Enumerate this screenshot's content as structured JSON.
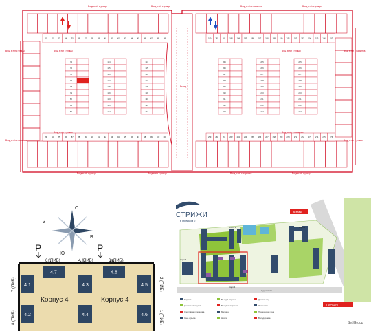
{
  "plan": {
    "colors": {
      "wall": "#d0021b",
      "bg": "#ffffff",
      "stall_fill": "#ffffff",
      "occupied": "#e0221f",
      "arrow_red": "#e0221f",
      "arrow_blue": "#1e4fc2"
    },
    "entrance_label": "Вход в п/п с улицы",
    "entrance_label_alt": "Вход в п/п с паркинга",
    "ramp_label": "Въезд",
    "stall_numbers_left_top": [
      "31",
      "32",
      "33",
      "34",
      "35",
      "36",
      "37",
      "38",
      "39",
      "40",
      "41",
      "42",
      "43",
      "44",
      "45",
      "46",
      "47",
      "48",
      "49"
    ],
    "stall_numbers_left_bottom": [
      "83",
      "84",
      "85",
      "86",
      "87",
      "88",
      "89",
      "90",
      "91",
      "92",
      "93",
      "94",
      "95",
      "96",
      "97",
      "98",
      "99",
      "100",
      "101"
    ],
    "stall_numbers_right_top": [
      "180",
      "181",
      "182",
      "183",
      "184",
      "185",
      "186",
      "187",
      "188",
      "189",
      "190",
      "191",
      "192",
      "193",
      "194",
      "195",
      "196",
      "197"
    ],
    "stall_numbers_right_bottom": [
      "259",
      "260",
      "261",
      "262",
      "263",
      "264",
      "265",
      "266",
      "267",
      "268",
      "269",
      "270",
      "271",
      "272",
      "273",
      "274",
      "275",
      "276"
    ],
    "block_col_left": [
      "74",
      "75",
      "76",
      "77",
      "78",
      "79",
      "80",
      "81",
      "82"
    ],
    "block_col_mid": [
      "114",
      "115",
      "116",
      "117",
      "118",
      "119",
      "120",
      "121",
      "122"
    ],
    "block_col_right": [
      "205",
      "206",
      "207",
      "208",
      "209",
      "210",
      "211",
      "212",
      "213"
    ]
  },
  "legend": {
    "compass": {
      "n": "С",
      "w": "З",
      "e": "В",
      "s": "Ю"
    },
    "parking_sign": "P",
    "top_labels": [
      "6 (ПИБ)",
      "4 (ПИБ)",
      "3 (ПИБ)"
    ],
    "left_labels": [
      "7 (ПИБ)",
      "8 (ПИБ)"
    ],
    "right_labels": [
      "2 (ПИБ)",
      "1 (ПИБ)"
    ],
    "sections": [
      "4.1",
      "4.2",
      "4.3",
      "4.4",
      "4.5",
      "4.6",
      "4.7",
      "4.8"
    ],
    "building_left": "Корпус 4",
    "building_right": "Корпус 4",
    "colors": {
      "panel": "#ecdcae",
      "section": "#2e4663",
      "text": "#1a1a1a",
      "bar": "#111111"
    }
  },
  "master": {
    "brand": "СТРИЖИ",
    "brand_sub": "в Невском 2",
    "corpus_labels": [
      "Корп 1",
      "Корп 2",
      "Корп 3",
      "Корп 4"
    ],
    "street_label": "Кудровская",
    "badge_top": "6 этаж",
    "badge_bottom": "ПАРКИНГ",
    "developer": "SetlGroup",
    "legend_items": [
      "Паркинг",
      "Детская площадка",
      "Спортивная площадка",
      "Зона отдыха",
      "Въезд в паркинг",
      "Выезд из паркинга",
      "Магазин",
      "Школа",
      "Детский сад",
      "Остановка",
      "Пешеходная зона",
      "Велодорожка"
    ],
    "colors": {
      "green": "#8fc43a",
      "water": "#5fb5d8",
      "building": "#324c6c",
      "road": "#d9d9d9",
      "accent": "#e0221f",
      "purple": "#8d5aa6"
    }
  }
}
